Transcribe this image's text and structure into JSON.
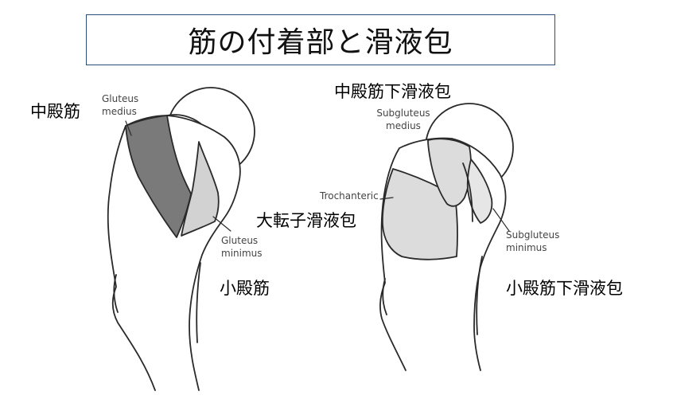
{
  "title": "筋の付着部と滑液包",
  "left_figure": {
    "gluteus_medius": {
      "jp": "中殿筋",
      "en_1": "Gluteus",
      "en_2": "medius"
    },
    "gluteus_minimus": {
      "jp": "小殿筋",
      "en_1": "Gluteus",
      "en_2": "minimus"
    }
  },
  "right_figure": {
    "subgluteus_medius_bursa": {
      "jp": "中殿筋下滑液包",
      "en_1": "Subgluteus",
      "en_2": "medius"
    },
    "trochanteric_bursa": {
      "jp": "大転子滑液包",
      "en_1": "Trochanteric"
    },
    "subgluteus_minimus_bursa": {
      "jp": "小殿筋下滑液包",
      "en_1": "Subgluteus",
      "en_2": "minimus"
    }
  },
  "colors": {
    "outline": "#2a2a2a",
    "medius_fill": "#7a7a7a",
    "minimus_fill": "#d2d2d2",
    "bursa_fill": "#dcdcdc",
    "title_border": "#2b4f7a"
  }
}
